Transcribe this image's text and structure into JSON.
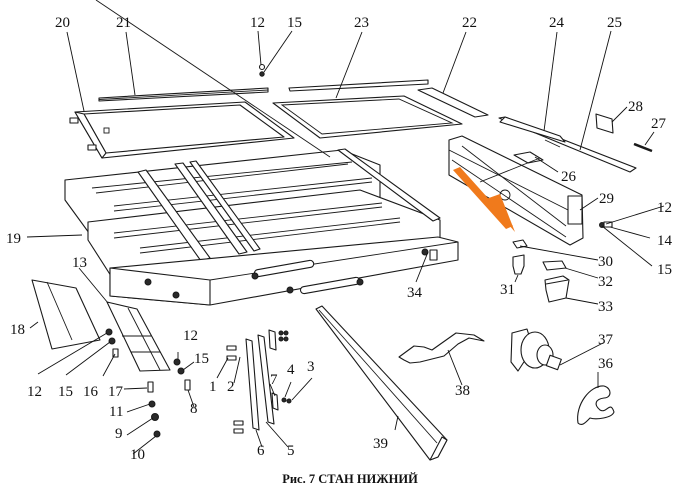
{
  "caption": "Рис. 7 СТАН НИЖНИЙ",
  "accent_color": "#f07a1c",
  "callouts": [
    {
      "id": "c20",
      "text": "20"
    },
    {
      "id": "c21",
      "text": "21"
    },
    {
      "id": "c12a",
      "text": "12"
    },
    {
      "id": "c15a",
      "text": "15"
    },
    {
      "id": "c23",
      "text": "23"
    },
    {
      "id": "c22",
      "text": "22"
    },
    {
      "id": "c24",
      "text": "24"
    },
    {
      "id": "c25",
      "text": "25"
    },
    {
      "id": "c28",
      "text": "28"
    },
    {
      "id": "c27",
      "text": "27"
    },
    {
      "id": "c26",
      "text": "26"
    },
    {
      "id": "c29",
      "text": "29"
    },
    {
      "id": "c12b",
      "text": "12"
    },
    {
      "id": "c14",
      "text": "14"
    },
    {
      "id": "c15b",
      "text": "15"
    },
    {
      "id": "c19",
      "text": "19"
    },
    {
      "id": "c30",
      "text": "30"
    },
    {
      "id": "c32",
      "text": "32"
    },
    {
      "id": "c31",
      "text": "31"
    },
    {
      "id": "c33",
      "text": "33"
    },
    {
      "id": "c34",
      "text": "34"
    },
    {
      "id": "c13",
      "text": "13"
    },
    {
      "id": "c18",
      "text": "18"
    },
    {
      "id": "c12c",
      "text": "12"
    },
    {
      "id": "c15c",
      "text": "15"
    },
    {
      "id": "c16",
      "text": "16"
    },
    {
      "id": "c17",
      "text": "17"
    },
    {
      "id": "c11",
      "text": "11"
    },
    {
      "id": "c9",
      "text": "9"
    },
    {
      "id": "c10",
      "text": "10"
    },
    {
      "id": "c12d",
      "text": "12"
    },
    {
      "id": "c15d",
      "text": "15"
    },
    {
      "id": "c8",
      "text": "8"
    },
    {
      "id": "c1",
      "text": "1"
    },
    {
      "id": "c2",
      "text": "2"
    },
    {
      "id": "c7",
      "text": "7"
    },
    {
      "id": "c4",
      "text": "4"
    },
    {
      "id": "c3",
      "text": "3"
    },
    {
      "id": "c6",
      "text": "6"
    },
    {
      "id": "c5",
      "text": "5"
    },
    {
      "id": "c37",
      "text": "37"
    },
    {
      "id": "c36",
      "text": "36"
    },
    {
      "id": "c38",
      "text": "38"
    },
    {
      "id": "c39",
      "text": "39"
    }
  ]
}
